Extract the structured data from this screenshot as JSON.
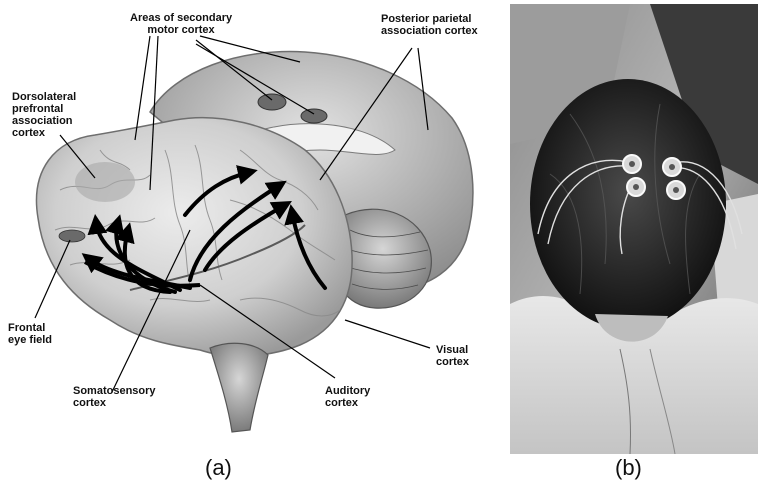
{
  "panel_a": {
    "caption": "(a)",
    "labels": {
      "secondary_motor": [
        "Areas of secondary",
        "motor cortex"
      ],
      "posterior_parietal": [
        "Posterior parietal",
        "association cortex"
      ],
      "dorsolateral": [
        "Dorsolateral",
        "prefrontal",
        "association",
        "cortex"
      ],
      "frontal_eye": [
        "Frontal",
        "eye field"
      ],
      "somatosensory": [
        "Somatosensory",
        "cortex"
      ],
      "auditory": [
        "Auditory",
        "cortex"
      ],
      "visual": [
        "Visual",
        "cortex"
      ]
    }
  },
  "panel_b": {
    "caption": "(b)"
  }
}
